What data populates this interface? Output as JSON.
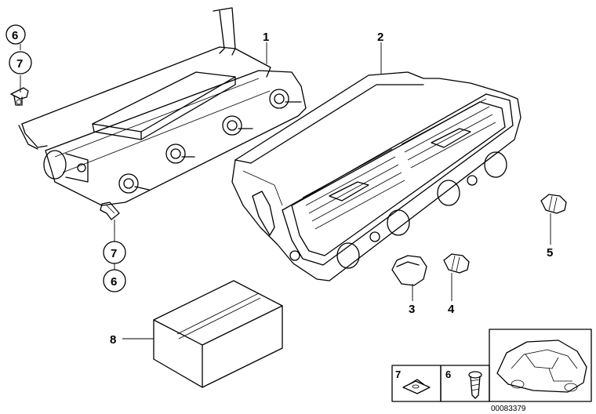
{
  "callouts": {
    "c1": "1",
    "c2": "2",
    "c3": "3",
    "c4": "4",
    "c5": "5",
    "c6_top": "6",
    "c7_top": "7",
    "c7_bottom": "7",
    "c6_bottom": "6",
    "c8": "8"
  },
  "inset_boxes": {
    "box7_label": "7",
    "box6_label": "6"
  },
  "diagram_id": "00083379"
}
